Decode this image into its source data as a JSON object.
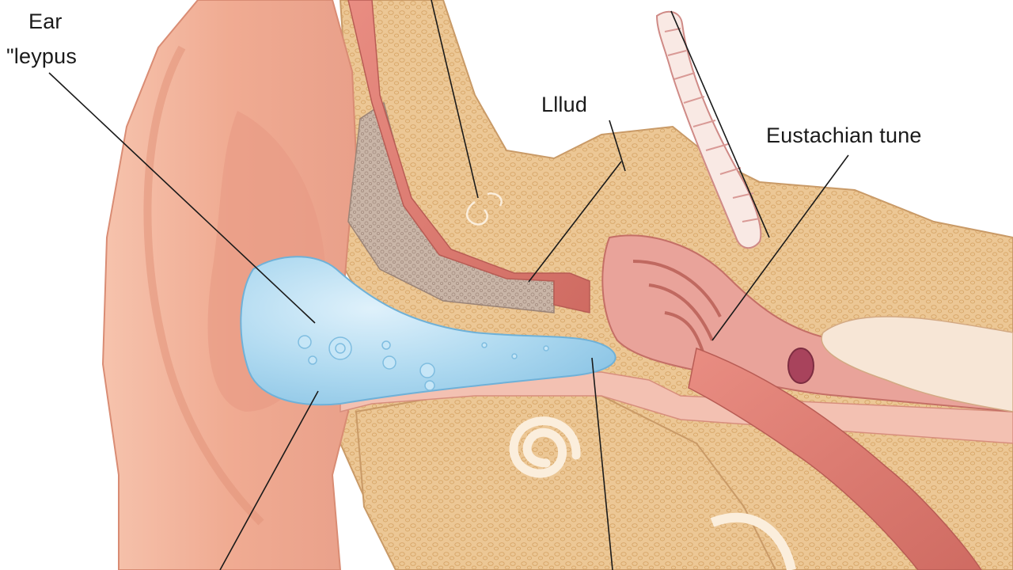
{
  "diagram": {
    "labels": {
      "ear": "Ear",
      "tympanus": "\"leypus",
      "fluid": "Lllud",
      "eustachian_tube": "Eustachian tune"
    },
    "colors": {
      "skin": "#f2b49c",
      "skin_dark": "#d98c74",
      "bone": "#ecc795",
      "bone_dots": "#d9a96c",
      "bone_outline": "#c99a67",
      "gray_spongy": "#c7b4a8",
      "red_tissue": "#e07f76",
      "pink_membrane": "#f3c1b2",
      "fluid": "#a9d7ef",
      "fluid_highlight": "#d8eefa",
      "leader_line": "#1a1a1a"
    }
  }
}
